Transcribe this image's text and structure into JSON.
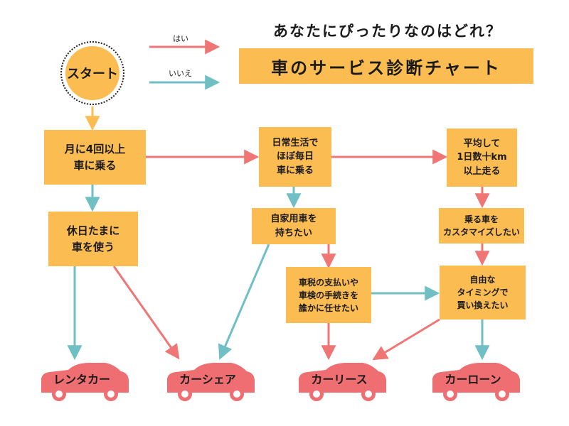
{
  "legend": {
    "yes_label": "はい",
    "no_label": "いいえ",
    "yes_color": "#f07575",
    "no_color": "#6fbfc4"
  },
  "title": {
    "question": "あなたにぴったりなのはどれ？",
    "main": "車のサービス診断チャート"
  },
  "start": {
    "label": "スタート"
  },
  "questions": {
    "q_monthly": "月に4回以上\n車に乗る",
    "q_daily": "日常生活で\nほぼ毎日\n車に乗る",
    "q_distance": "平均して\n1日数十km\n以上走る",
    "q_holiday": "休日たまに\n車を使う",
    "q_own": "自家用車を\n持ちたい",
    "q_customize": "乗る車を\nカスタマイズしたい",
    "q_tax": "車税の支払いや\n車検の手続きを\n誰かに任せたい",
    "q_timing": "自由な\nタイミングで\n買い換えたい"
  },
  "results": {
    "rental": "レンタカー",
    "share": "カーシェア",
    "lease": "カーリース",
    "loan": "カーローン"
  },
  "colors": {
    "box_fill": "#fbbc52",
    "car_fill": "#ef6e72",
    "start_arrow": "#fbbc52"
  }
}
